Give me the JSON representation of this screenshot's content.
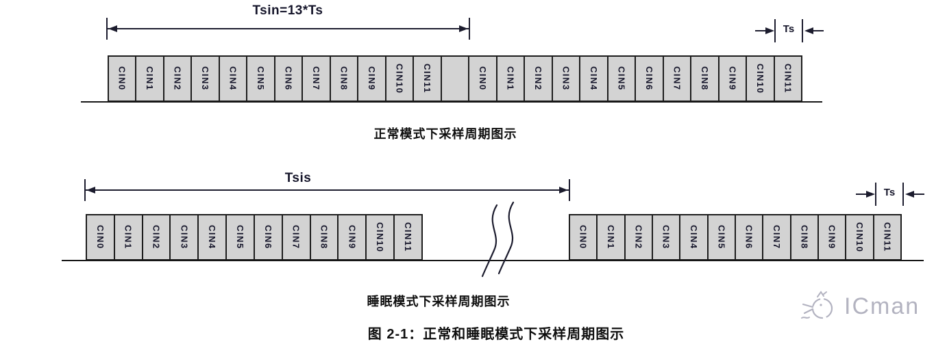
{
  "top_diagram": {
    "span_label": "Tsin=13*Ts",
    "ts_label": "Ts",
    "cells": [
      "CIN0",
      "CIN1",
      "CIN2",
      "CIN3",
      "CIN4",
      "CIN5",
      "CIN6",
      "CIN7",
      "CIN8",
      "CIN9",
      "CIN10",
      "CIN11",
      "",
      "CIN0",
      "CIN1",
      "CIN2",
      "CIN3",
      "CIN4",
      "CIN5",
      "CIN6",
      "CIN7",
      "CIN8",
      "CIN9",
      "CIN10",
      "CIN11"
    ],
    "caption": "正常模式下采样周期图示"
  },
  "bottom_diagram": {
    "span_label": "Tsis",
    "ts_label": "Ts",
    "cells_left": [
      "CIN0",
      "CIN1",
      "CIN2",
      "CIN3",
      "CIN4",
      "CIN5",
      "CIN6",
      "CIN7",
      "CIN8",
      "CIN9",
      "CIN10",
      "CIN11"
    ],
    "cells_right": [
      "CIN0",
      "CIN1",
      "CIN2",
      "CIN3",
      "CIN4",
      "CIN5",
      "CIN6",
      "CIN7",
      "CIN8",
      "CIN9",
      "CIN10",
      "CIN11"
    ],
    "caption": "睡眠模式下采样周期图示"
  },
  "figure_caption": "图 2-1：正常和睡眠模式下采样周期图示",
  "watermark": {
    "brand": "ICman"
  },
  "colors": {
    "cell_fill": "#d3d3d3",
    "line": "#1c1c2e",
    "label_text": "#15152a",
    "caption_text": "#0e0e0e",
    "watermark": "#b3b3c0",
    "background": "#ffffff"
  }
}
